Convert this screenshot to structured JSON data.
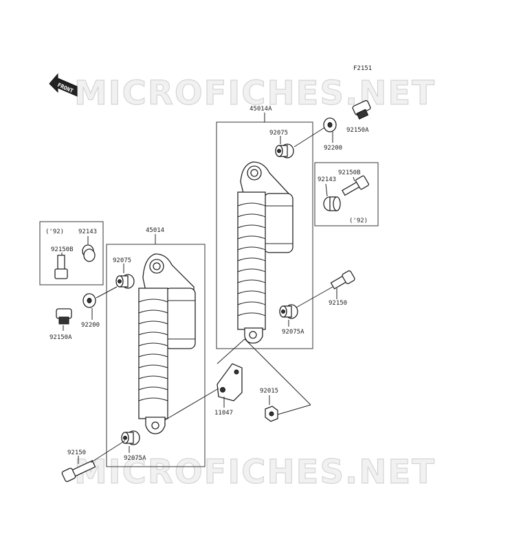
{
  "figure_code": "F2151",
  "front_label": "FRONT",
  "watermark": "MICROFICHES.NET",
  "labels": {
    "assy_right": "45014A",
    "assy_left": "45014",
    "bushing_right_top": "92075",
    "bushing_left_top": "92075",
    "bushing_right_bottom": "92075A",
    "bushing_left_bottom": "92075A",
    "washer_right": "92200",
    "washer_left": "92200",
    "bolt_right_top": "92150A",
    "bolt_left_top": "92150A",
    "bolt_right_bottom": "92150",
    "bolt_left_bottom": "92150",
    "box_right_bolt": "92150B",
    "box_right_collar": "92143",
    "box_right_year": "('92)",
    "box_left_year": "('92)",
    "box_left_collar": "92143",
    "box_left_bolt": "92150B",
    "bracket": "11047",
    "nut": "92015"
  }
}
